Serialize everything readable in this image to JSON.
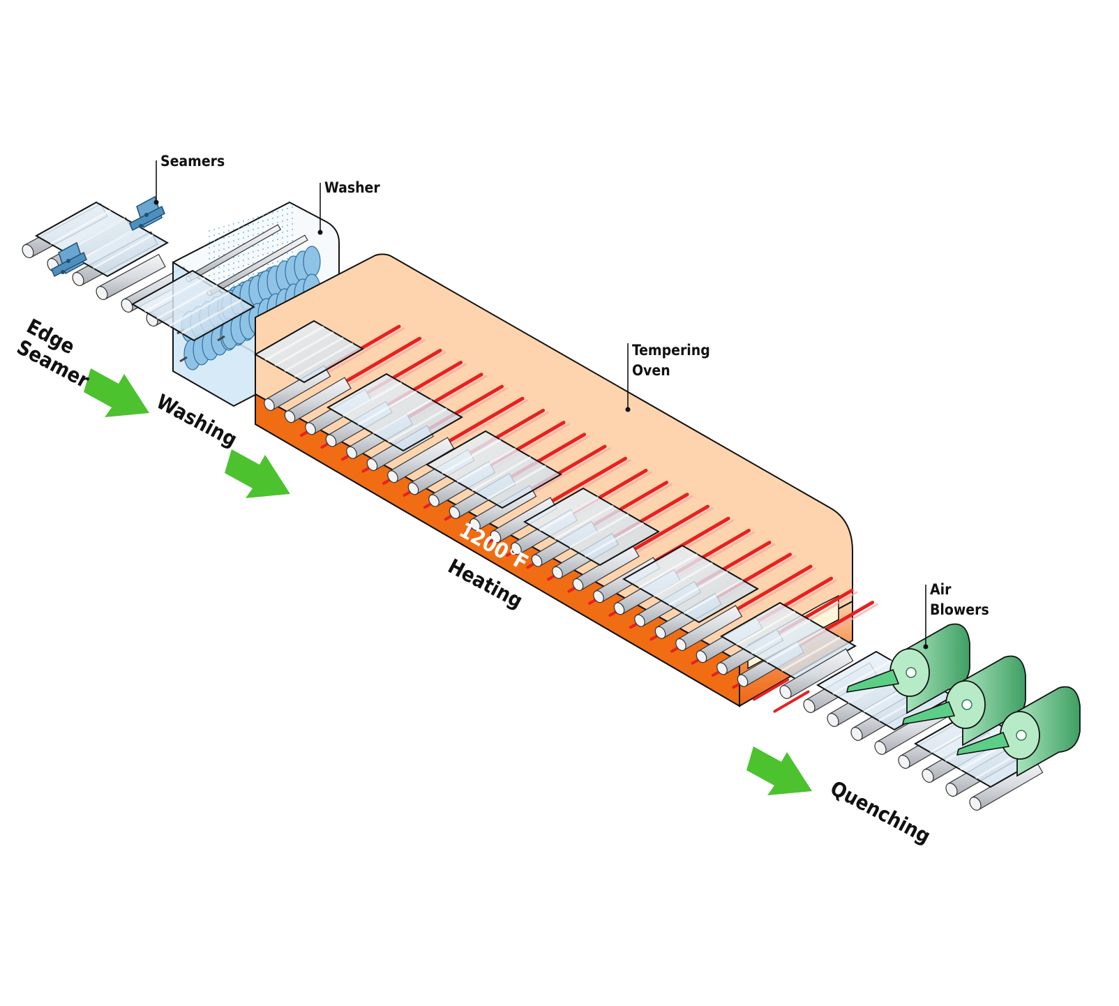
{
  "labels": {
    "seamers": "Seamers",
    "washer": "Washer",
    "tempering_oven": [
      "Tempering",
      "Oven"
    ],
    "air_blowers": [
      "Air",
      "Blowers"
    ],
    "edge_seamer": [
      "Edge",
      "Seamer"
    ],
    "washing": "Washing",
    "heating": "Heating",
    "quenching": "Quenching",
    "temperature": "1200°F"
  },
  "colors": {
    "oven_top": "#fdd4ae",
    "oven_front_light": "#fbc89a",
    "oven_front_dark": "#f06d14",
    "heater": "#e82020",
    "glass": "#dbe9f3",
    "roller": "#e2e4e7",
    "washer_box": "#cfe6f7",
    "brush": "#8fc3e6",
    "seamer_clamp": "#6aa6d0",
    "blower": "#8fd7a8",
    "blower_dark": "#3aa86a",
    "arrow": "#4cc22e"
  },
  "icons": {
    "flow_arrow": "arrow-right-down-icon",
    "roller": "cylinder-roller-icon",
    "heater": "heating-element-icon",
    "blower": "air-blower-icon"
  }
}
